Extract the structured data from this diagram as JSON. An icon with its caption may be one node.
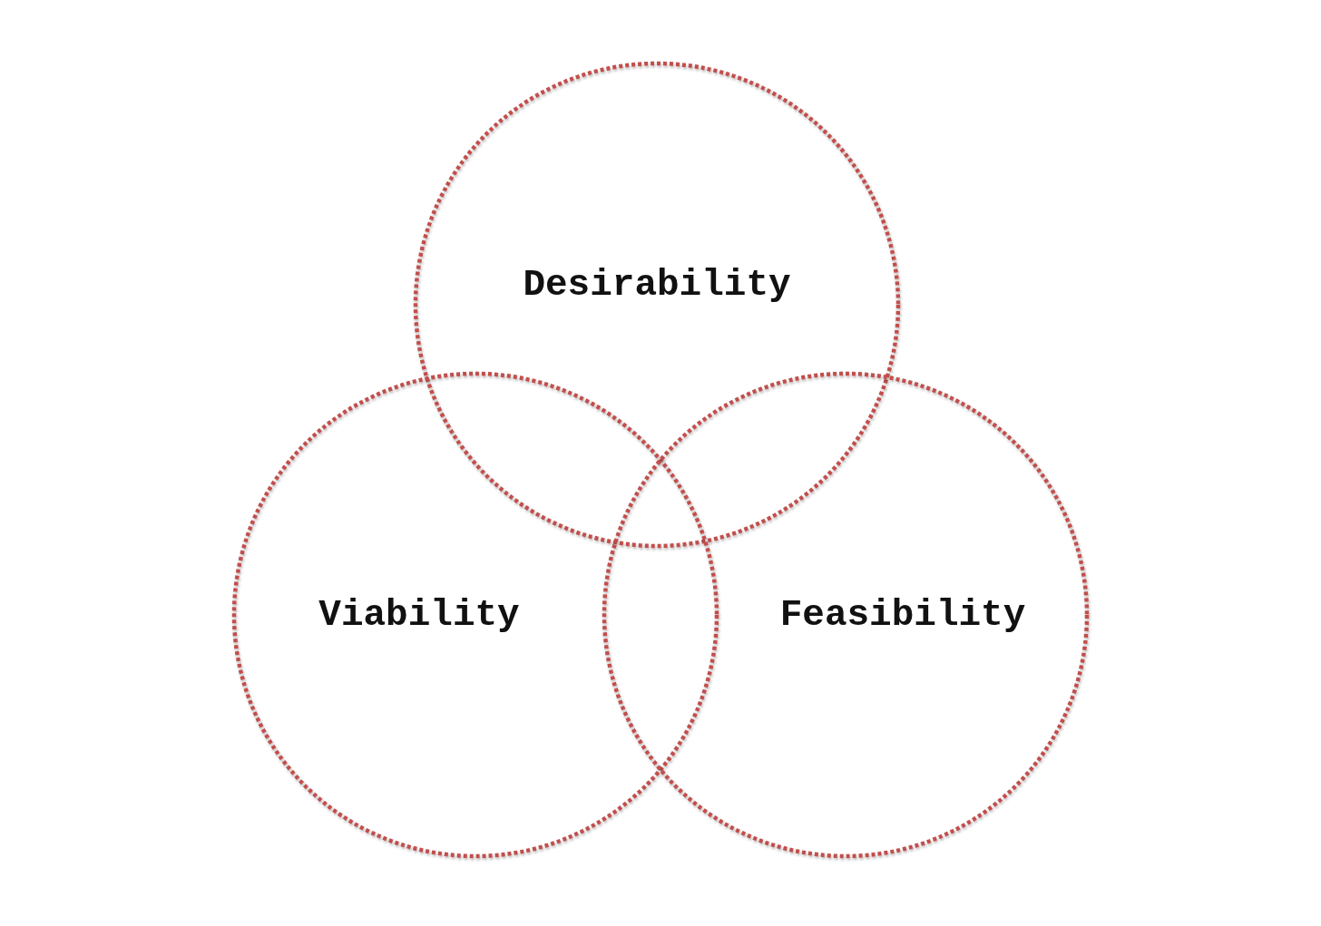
{
  "diagram": {
    "nodes": [
      {
        "text": [
          "Desirability"
        ]
      },
      {
        "text": [
          "Viability"
        ]
      },
      {
        "text": [
          "Feasibility"
        ]
      }
    ]
  }
}
